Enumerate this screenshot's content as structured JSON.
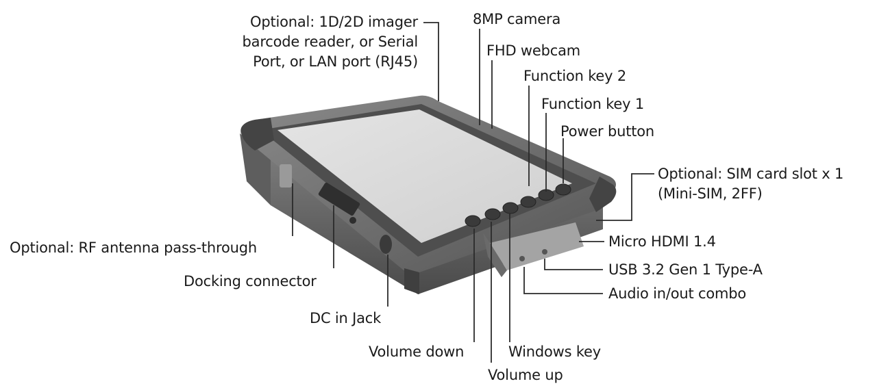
{
  "labels": {
    "imager": [
      "Optional: 1D/2D imager",
      "barcode reader, or Serial",
      "Port, or LAN port (RJ45)"
    ],
    "camera": "8MP camera",
    "webcam": "FHD webcam",
    "fn2": "Function key 2",
    "fn1": "Function key 1",
    "power": "Power button",
    "sim": [
      "Optional: SIM card slot x 1",
      "(Mini-SIM, 2FF)"
    ],
    "hdmi": "Micro HDMI 1.4",
    "usb": "USB 3.2 Gen 1 Type-A",
    "audio": "Audio in/out combo",
    "rf": "Optional: RF antenna pass-through",
    "docking": "Docking connector",
    "dc": "DC in Jack",
    "voldown": "Volume down",
    "winkey": "Windows key",
    "volup": "Volume up"
  },
  "colors": {
    "body": "#6f6f6f",
    "bezel": "#5a5a5a",
    "screen": "#d9d9d9",
    "leader": "#2a2a2a"
  }
}
